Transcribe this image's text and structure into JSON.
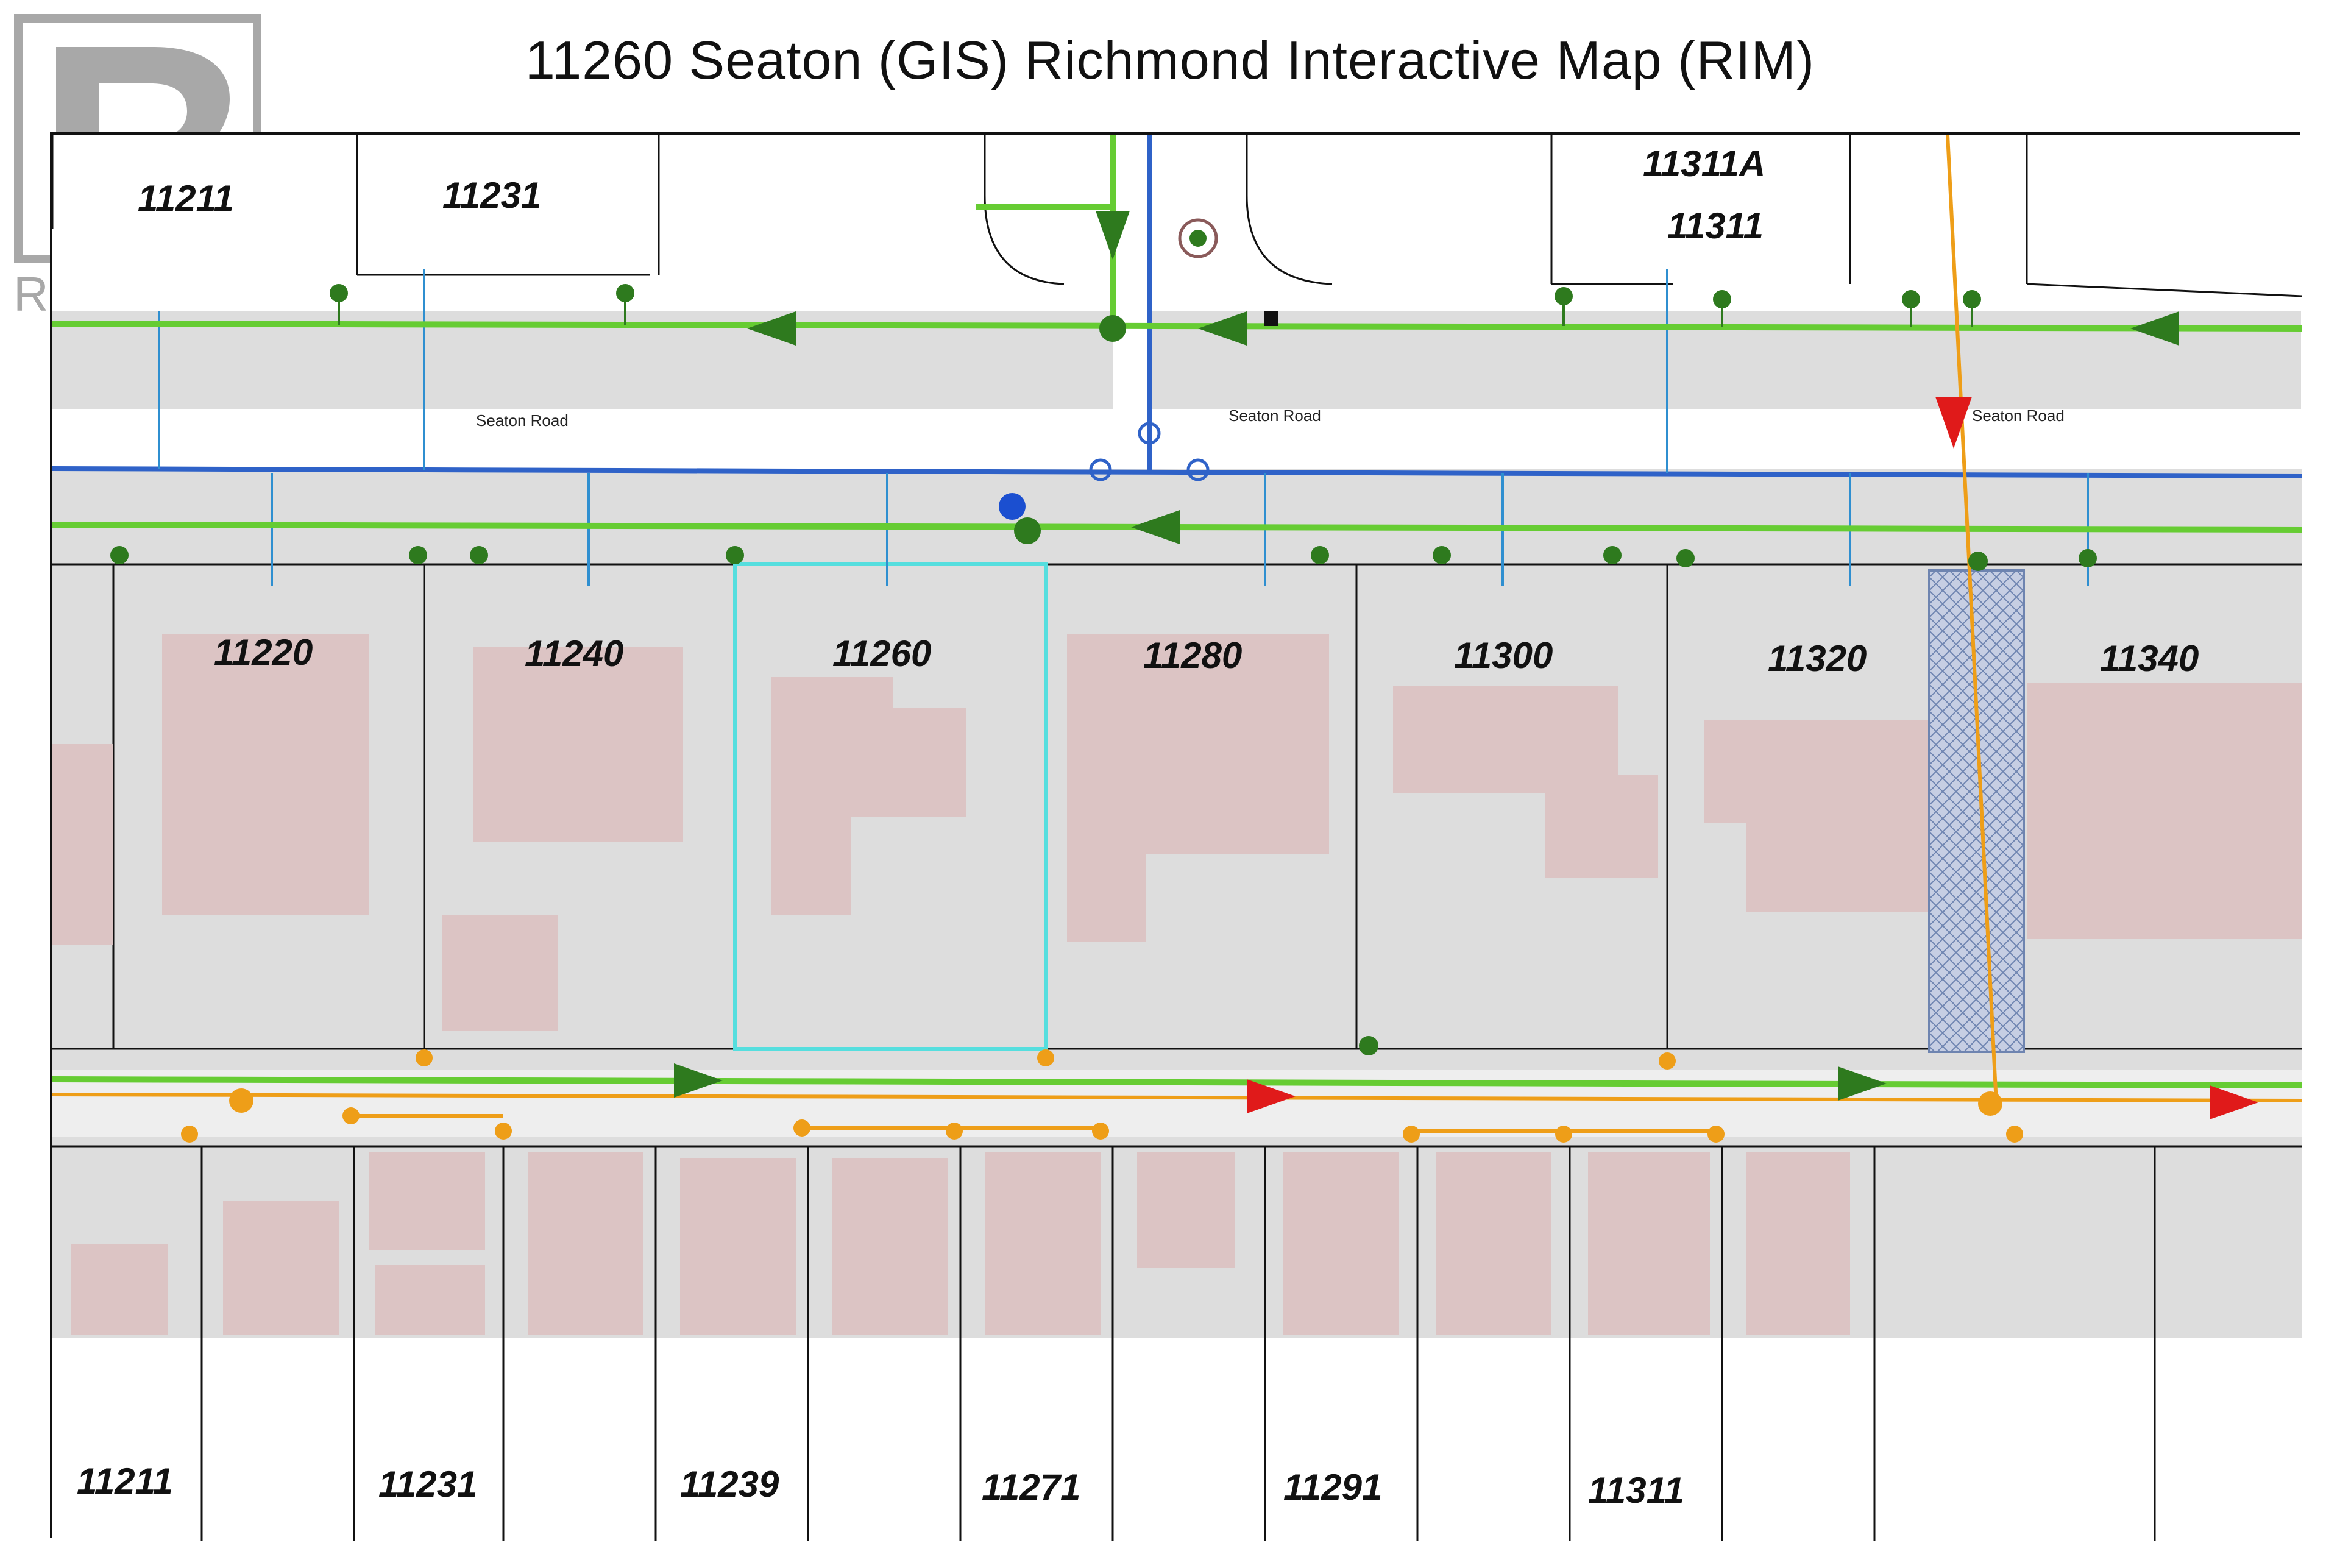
{
  "title": "11260 Seaton (GIS) Richmond Interactive Map (RIM)",
  "logo": {
    "text": "REALTOR",
    "registered": "®",
    "icon": "realtor-r-logo"
  },
  "colors": {
    "road": "#ffffff",
    "lot_fill": "#dddddd",
    "building": "#dcc4c4",
    "water_main": "#2f62c8",
    "storm_sewer": "#66cc33",
    "sanitary_sewer": "#ee9e18",
    "flow_arrow_green": "#2e7a1e",
    "flow_arrow_red": "#e01a1a",
    "subject_outline": "#55dede",
    "easement": "#8aa0c8"
  },
  "road_labels": [
    "Seaton Road",
    "Seaton Road",
    "Seaton Road"
  ],
  "lots": {
    "top": [
      "11211",
      "11231",
      "11311A",
      "11311"
    ],
    "middle": [
      "11220",
      "11240",
      "11260",
      "11280",
      "11300",
      "11320",
      "11340"
    ],
    "bottom": [
      "11211",
      "11231",
      "11239",
      "11271",
      "11291",
      "11311"
    ]
  },
  "subject_property": "11260"
}
